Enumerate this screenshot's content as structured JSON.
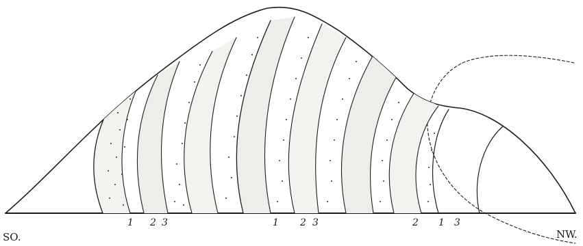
{
  "labels": {
    "left_end": "SO.",
    "right_end": "NW."
  },
  "groups": [
    {
      "name": "left",
      "numbers": [
        "1",
        "2",
        "3"
      ]
    },
    {
      "name": "middle",
      "numbers": [
        "1",
        "2",
        "3"
      ]
    },
    {
      "name": "right",
      "numbers": [
        "2",
        "1",
        "3"
      ]
    }
  ],
  "colors": {
    "ink": "#1c1c1c",
    "background": "#ffffff"
  }
}
